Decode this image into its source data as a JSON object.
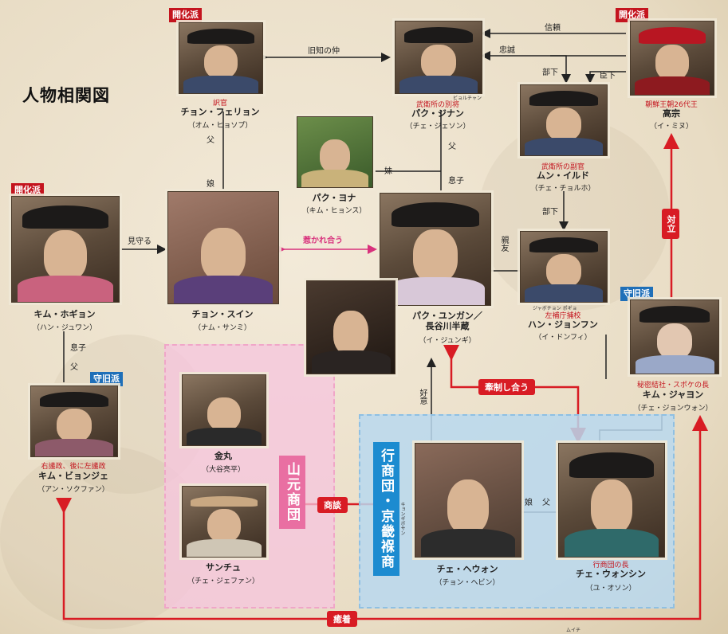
{
  "title": "人物相関図",
  "badges": {
    "kaika_1": "開化派",
    "kaika_2": "開化派",
    "kaika_3": "開化派",
    "shukyu_1": "守旧派",
    "shukyu_2": "守旧派"
  },
  "people": {
    "jeon_phil": {
      "role": "訳官",
      "name": "チョン・フェリョン",
      "actor": "（オム・ヒョソプ）"
    },
    "park_jinan": {
      "role": "武衛所の別将",
      "ruby": "ビョルチャン",
      "name": "パク・ジナン",
      "actor": "（チェ・ジェソン）"
    },
    "gojong": {
      "role": "朝鮮王朝26代王",
      "name": "高宗",
      "actor": "（イ・ミヌ）"
    },
    "park_yona": {
      "name": "パク・ヨナ",
      "actor": "（キム・ヒョンス）"
    },
    "mun_ildo": {
      "role": "武衛所の副官",
      "name": "ムン・イルド",
      "actor": "（チェ・チョルホ）"
    },
    "kim_hogyon": {
      "name": "キム・ホギョン",
      "actor": "（ハン・ジュワン）"
    },
    "jeon_suin": {
      "name": "チョン・スイン",
      "actor": "（ナム・サンミ）"
    },
    "park_yungan": {
      "name": "パク・ユンガン／\n長谷川半蔵",
      "actor": "（イ・ジュンギ）"
    },
    "han_jonghun": {
      "role": "左補庁捕校",
      "ruby": "ジャボチョン ポギョ",
      "name": "ハン・ジョンフン",
      "actor": "（イ・ドンフィ）"
    },
    "kim_jayon": {
      "role": "秘密結社・スポケの長",
      "name": "キム・ジャヨン",
      "actor": "（チェ・ジョンウォン）"
    },
    "kim_byonje": {
      "role": "右議政、後に左議政",
      "name": "キム・ビョンジェ",
      "actor": "（アン・ソクファン）"
    },
    "kinmaru": {
      "name": "金丸",
      "actor": "（大谷亮平）"
    },
    "sanchu": {
      "name": "サンチュ",
      "actor": "（チェ・ジェファン）"
    },
    "che_hewon": {
      "name": "チェ・ヘウォン",
      "actor": "（チョン・ヘビン）"
    },
    "che_wonshin": {
      "role": "行商団の長",
      "name": "チェ・ウォンシン",
      "actor": "（ユ・オソン）"
    }
  },
  "relations": {
    "old_friends": "旧知の仲",
    "trust": "信頼",
    "loyalty": "忠誠",
    "subordinate_1": "部下",
    "subordinate_2": "部下",
    "vassal": "臣下",
    "father_1": "父",
    "daughter": "娘",
    "father_2": "父",
    "sister": "妹",
    "son_1": "息子",
    "watch": "見守る",
    "mutual_attraction": "惹かれ合う",
    "close_friend": "親友",
    "son_2": "息子",
    "father_3": "父",
    "goodwill": "好意",
    "daughter_2": "娘",
    "father_4": "父"
  },
  "red_relations": {
    "oppose": "対立",
    "restrain": "牽制し合う",
    "negotiate": "商談",
    "collusion": "癒着"
  },
  "groups": {
    "yamamoto": "山元商団",
    "gyosho": "行商団・京畿褓商",
    "gyosho_ruby": "キョンギボサン"
  },
  "footer_ruby": "ムイチ",
  "colors": {
    "accent_red": "#d81c24",
    "badge_red": "#c4141e",
    "badge_blue": "#1f6fb8",
    "pink_group": "#f5c4de",
    "blue_group": "#b9d8ee",
    "pink_arrow": "#d8317c"
  }
}
